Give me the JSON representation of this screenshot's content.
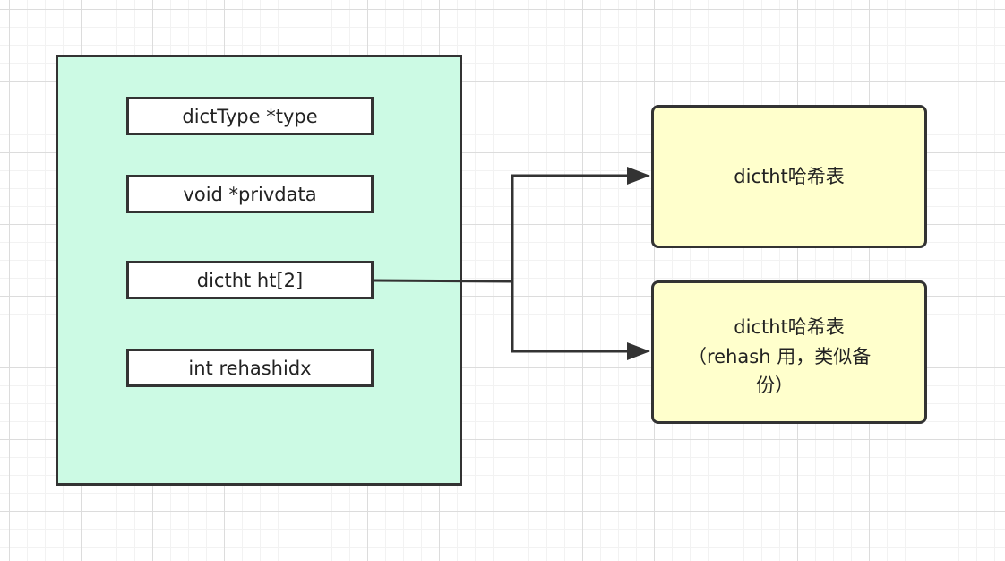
{
  "dict": {
    "fields": {
      "type": "dictType *type",
      "privdata": "void *privdata",
      "ht": "dictht ht[2]",
      "rehashidx": "int rehashidx"
    }
  },
  "tables": {
    "primary": {
      "label": "dictht哈希表"
    },
    "rehash": {
      "line1": "dictht哈希表",
      "line2": "（rehash 用，类似备",
      "line3": "份）"
    }
  },
  "colors": {
    "dict_fill": "#ccfae4",
    "table_fill": "#ffffcc",
    "stroke": "#333333"
  }
}
